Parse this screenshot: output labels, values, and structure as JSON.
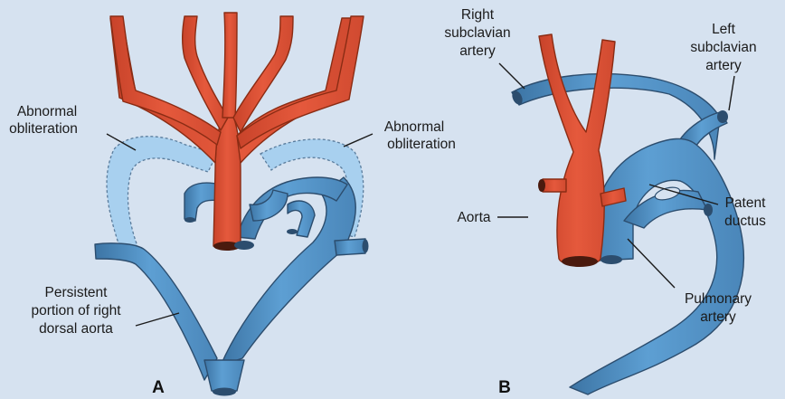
{
  "colors": {
    "background": "#d6e2f0",
    "aorta_red": "#e0553a",
    "vessel_blue": "#5d9fd3",
    "vessel_blue_dark": "#3f78a8",
    "obliterated_light": "#a8d0ef"
  },
  "panel_a": {
    "label": "A",
    "abnormal_obliteration_left": [
      "Abnormal",
      "obliteration"
    ],
    "abnormal_obliteration_right": [
      "Abnormal",
      "obliteration"
    ],
    "persistent_portion": [
      "Persistent",
      "portion of right",
      "dorsal aorta"
    ]
  },
  "panel_b": {
    "label": "B",
    "right_subclavian": [
      "Right",
      "subclavian",
      "artery"
    ],
    "left_subclavian": [
      "Left",
      "subclavian",
      "artery"
    ],
    "aorta": "Aorta",
    "patent_ductus": [
      "Patent",
      "ductus"
    ],
    "pulmonary_artery": [
      "Pulmonary",
      "artery"
    ]
  }
}
